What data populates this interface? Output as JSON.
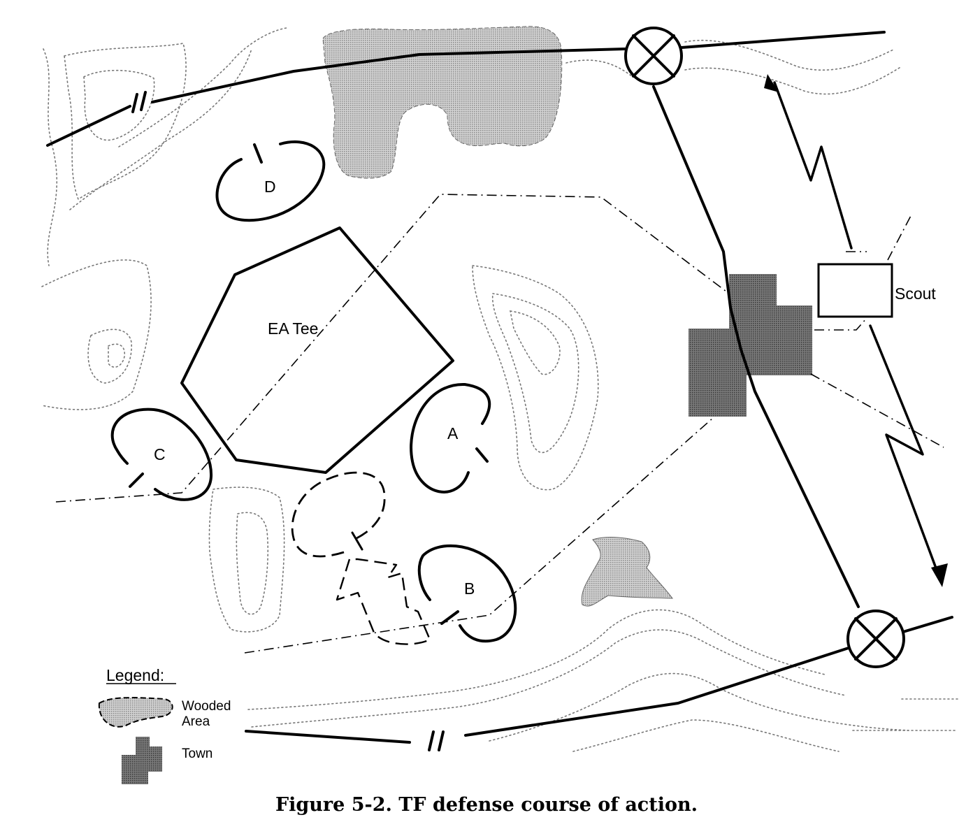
{
  "labels": {
    "engagement_area": "EA Tee",
    "position_a": "A",
    "position_b": "B",
    "position_c": "C",
    "position_d": "D",
    "scout": "Scout"
  },
  "legend": {
    "title": "Legend:",
    "wooded": [
      "Wooded",
      "Area"
    ],
    "town": "Town"
  },
  "caption": "Figure 5-2.  TF defense course of action.",
  "colors": {
    "wooded_fill": "#bdbdbd",
    "town_fill": "#6e6e6e",
    "ink": "#000000",
    "contour": "#777777"
  }
}
